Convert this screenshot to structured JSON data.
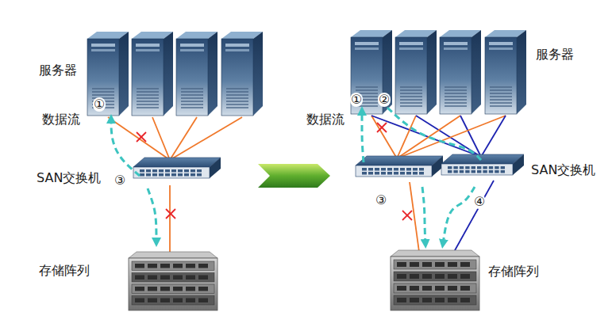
{
  "diagram": {
    "labels": [
      "服务器",
      "数据流",
      "①",
      "SAN交换机",
      "③",
      "存储阵列",
      "服务器",
      "数据流",
      "①",
      "②",
      "③",
      "④",
      "SAN交换机",
      "存储阵列"
    ]
  }
}
